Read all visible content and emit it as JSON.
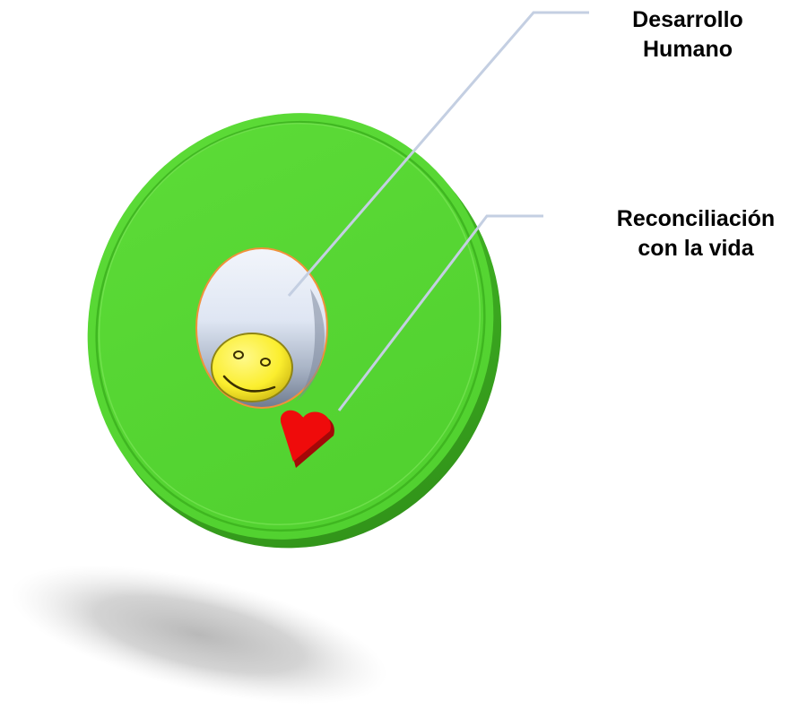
{
  "labels": {
    "desarrollo_humano": {
      "line1": "Desarrollo",
      "line2": "Humano"
    },
    "reconciliacion": {
      "line1": "Reconciliación",
      "line2": "con la vida"
    }
  },
  "colors": {
    "disc_green": "#55d633",
    "disc_rim": "#3fb423",
    "window_light": "#dde5f3",
    "window_border": "#f0913a",
    "smiley_yellow": "#fdf23a",
    "heart_red": "#ef0b0b",
    "leader_line": "#c4cfe2",
    "shadow_gray": "#c8c8c8"
  },
  "icons": {
    "smiley": "smiley-face-icon",
    "heart": "heart-icon"
  }
}
